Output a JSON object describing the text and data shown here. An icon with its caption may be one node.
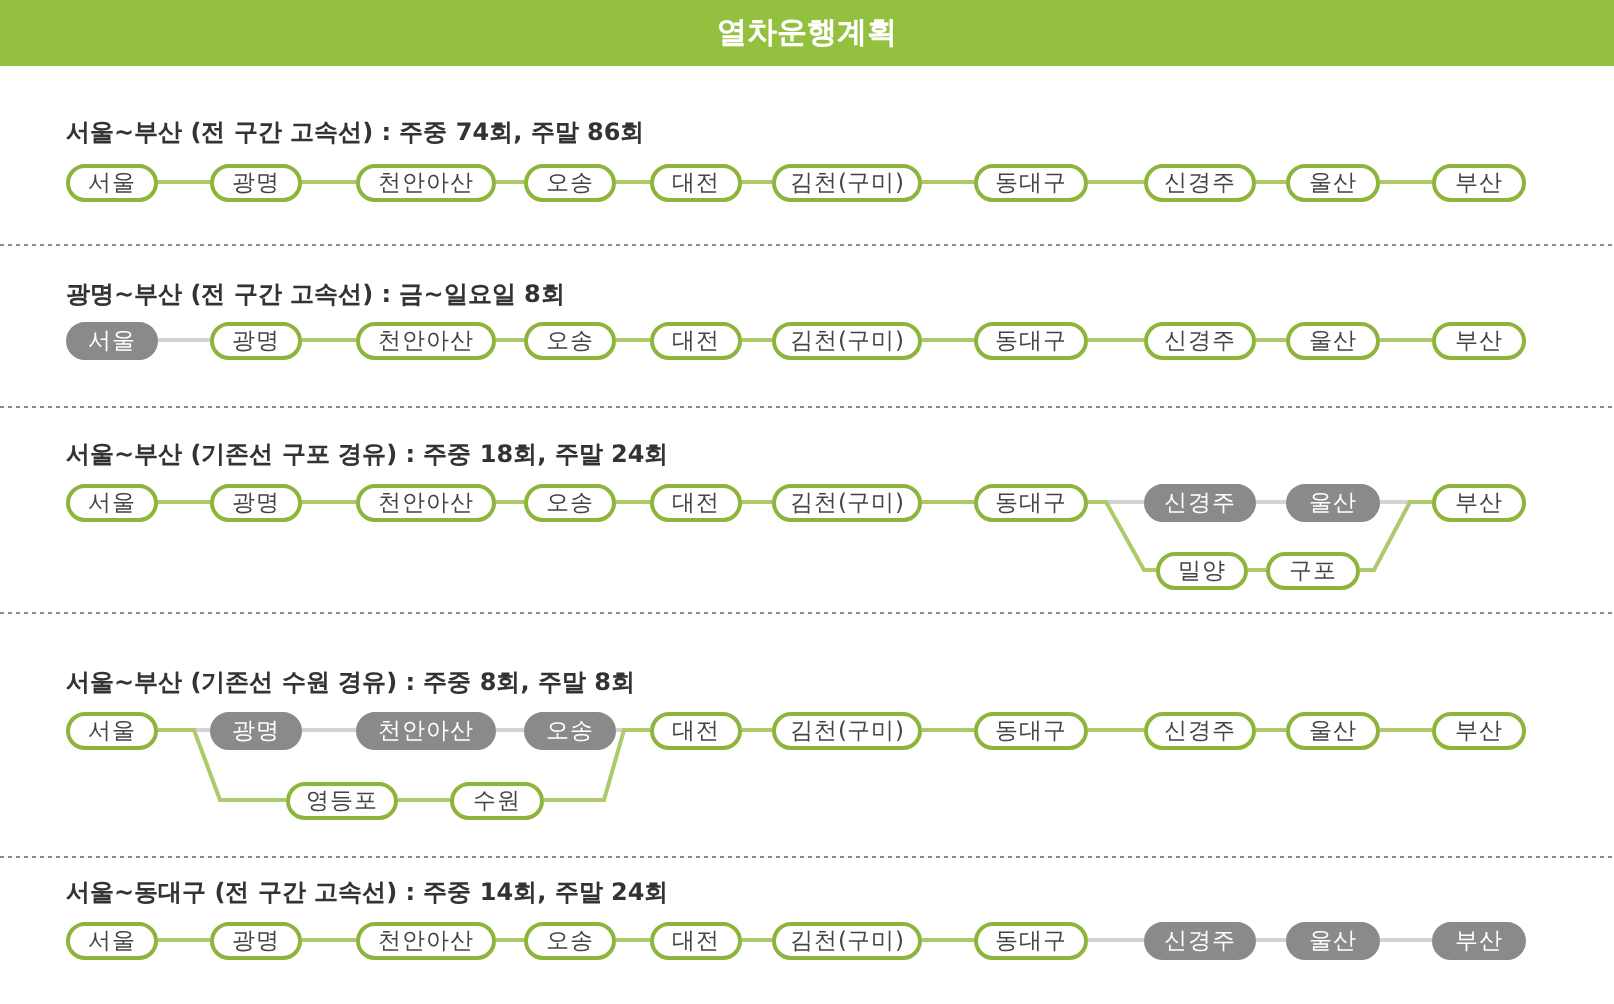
{
  "diagram": {
    "title": "열차운행계획",
    "nodes": [
      {
        "text": [
          "서울"
        ]
      },
      {
        "text": [
          "광명"
        ]
      },
      {
        "text": [
          "천안아산"
        ]
      },
      {
        "text": [
          "오송"
        ]
      },
      {
        "text": [
          "대전"
        ]
      },
      {
        "text": [
          "김천(구미)"
        ]
      },
      {
        "text": [
          "동대구"
        ]
      },
      {
        "text": [
          "신경주"
        ]
      },
      {
        "text": [
          "울산"
        ]
      },
      {
        "text": [
          "부산"
        ]
      },
      {
        "text": [
          "서울"
        ]
      },
      {
        "text": [
          "광명"
        ]
      },
      {
        "text": [
          "천안아산"
        ]
      },
      {
        "text": [
          "오송"
        ]
      },
      {
        "text": [
          "대전"
        ]
      },
      {
        "text": [
          "김천(구미)"
        ]
      },
      {
        "text": [
          "동대구"
        ]
      },
      {
        "text": [
          "신경주"
        ]
      },
      {
        "text": [
          "울산"
        ]
      },
      {
        "text": [
          "부산"
        ]
      },
      {
        "text": [
          "서울"
        ]
      },
      {
        "text": [
          "광명"
        ]
      },
      {
        "text": [
          "천안아산"
        ]
      },
      {
        "text": [
          "오송"
        ]
      },
      {
        "text": [
          "대전"
        ]
      },
      {
        "text": [
          "김천(구미)"
        ]
      },
      {
        "text": [
          "동대구"
        ]
      },
      {
        "text": [
          "신경주"
        ]
      },
      {
        "text": [
          "울산"
        ]
      },
      {
        "text": [
          "부산"
        ]
      },
      {
        "text": [
          "밀양"
        ]
      },
      {
        "text": [
          "구포"
        ]
      },
      {
        "text": [
          "서울"
        ]
      },
      {
        "text": [
          "광명"
        ]
      },
      {
        "text": [
          "천안아산"
        ]
      },
      {
        "text": [
          "오송"
        ]
      },
      {
        "text": [
          "대전"
        ]
      },
      {
        "text": [
          "김천(구미)"
        ]
      },
      {
        "text": [
          "동대구"
        ]
      },
      {
        "text": [
          "신경주"
        ]
      },
      {
        "text": [
          "울산"
        ]
      },
      {
        "text": [
          "부산"
        ]
      },
      {
        "text": [
          "영등포"
        ]
      },
      {
        "text": [
          "수원"
        ]
      },
      {
        "text": [
          "서울"
        ]
      },
      {
        "text": [
          "광명"
        ]
      },
      {
        "text": [
          "천안아산"
        ]
      },
      {
        "text": [
          "오송"
        ]
      },
      {
        "text": [
          "대전"
        ]
      },
      {
        "text": [
          "김천(구미)"
        ]
      },
      {
        "text": [
          "동대구"
        ]
      },
      {
        "text": [
          "신경주"
        ]
      },
      {
        "text": [
          "울산"
        ]
      },
      {
        "text": [
          "부산"
        ]
      }
    ],
    "edges": [
      {
        "from": 0,
        "to": 1,
        "arrow": "none"
      },
      {
        "from": 1,
        "to": 2,
        "arrow": "none"
      },
      {
        "from": 2,
        "to": 3,
        "arrow": "none"
      },
      {
        "from": 3,
        "to": 4,
        "arrow": "none"
      },
      {
        "from": 4,
        "to": 5,
        "arrow": "none"
      },
      {
        "from": 5,
        "to": 6,
        "arrow": "none"
      },
      {
        "from": 6,
        "to": 7,
        "arrow": "none"
      },
      {
        "from": 7,
        "to": 8,
        "arrow": "none"
      },
      {
        "from": 8,
        "to": 9,
        "arrow": "none"
      },
      {
        "from": 10,
        "to": 11,
        "arrow": "none",
        "color": "#d3d3d3"
      },
      {
        "from": 11,
        "to": 12,
        "arrow": "none"
      },
      {
        "from": 12,
        "to": 13,
        "arrow": "none"
      },
      {
        "from": 13,
        "to": 14,
        "arrow": "none"
      },
      {
        "from": 14,
        "to": 15,
        "arrow": "none"
      },
      {
        "from": 15,
        "to": 16,
        "arrow": "none"
      },
      {
        "from": 16,
        "to": 17,
        "arrow": "none"
      },
      {
        "from": 17,
        "to": 18,
        "arrow": "none"
      },
      {
        "from": 18,
        "to": 19,
        "arrow": "none"
      },
      {
        "from": 20,
        "to": 21,
        "arrow": "none"
      },
      {
        "from": 21,
        "to": 22,
        "arrow": "none"
      },
      {
        "from": 22,
        "to": 23,
        "arrow": "none"
      },
      {
        "from": 23,
        "to": 24,
        "arrow": "none"
      },
      {
        "from": 24,
        "to": 25,
        "arrow": "none"
      },
      {
        "from": 25,
        "to": 26,
        "arrow": "none"
      },
      {
        "from": 26,
        "to": 27,
        "arrow": "none",
        "color": "#d3d3d3"
      },
      {
        "from": 27,
        "to": 28,
        "arrow": "none",
        "color": "#d3d3d3"
      },
      {
        "from": 28,
        "to": 29,
        "arrow": "none",
        "color": "#d3d3d3"
      },
      {
        "from": 26,
        "to": 30,
        "arrow": "none"
      },
      {
        "from": 30,
        "to": 31,
        "arrow": "none"
      },
      {
        "from": 31,
        "to": 29,
        "arrow": "none"
      },
      {
        "from": 32,
        "to": 33,
        "arrow": "none",
        "color": "#d3d3d3"
      },
      {
        "from": 33,
        "to": 34,
        "arrow": "none",
        "color": "#d3d3d3"
      },
      {
        "from": 34,
        "to": 35,
        "arrow": "none",
        "color": "#d3d3d3"
      },
      {
        "from": 35,
        "to": 36,
        "arrow": "none",
        "color": "#d3d3d3"
      },
      {
        "from": 32,
        "to": 42,
        "arrow": "none"
      },
      {
        "from": 42,
        "to": 43,
        "arrow": "none"
      },
      {
        "from": 43,
        "to": 36,
        "arrow": "none"
      },
      {
        "from": 36,
        "to": 37,
        "arrow": "none"
      },
      {
        "from": 37,
        "to": 38,
        "arrow": "none"
      },
      {
        "from": 38,
        "to": 39,
        "arrow": "none"
      },
      {
        "from": 39,
        "to": 40,
        "arrow": "none"
      },
      {
        "from": 40,
        "to": 41,
        "arrow": "none"
      },
      {
        "from": 44,
        "to": 45,
        "arrow": "none"
      },
      {
        "from": 45,
        "to": 46,
        "arrow": "none"
      },
      {
        "from": 46,
        "to": 47,
        "arrow": "none"
      },
      {
        "from": 47,
        "to": 48,
        "arrow": "none"
      },
      {
        "from": 48,
        "to": 49,
        "arrow": "none"
      },
      {
        "from": 49,
        "to": 50,
        "arrow": "none"
      },
      {
        "from": 50,
        "to": 51,
        "arrow": "none",
        "color": "#d3d3d3"
      },
      {
        "from": 51,
        "to": 52,
        "arrow": "none",
        "color": "#d3d3d3"
      },
      {
        "from": 52,
        "to": 53,
        "arrow": "none",
        "color": "#d3d3d3"
      }
    ],
    "labels": [
      "서울~부산 (전 구간 고속선) : 주중 74회, 주말 86회",
      "광명~부산 (전 구간 고속선) : 금~일요일 8회",
      "서울~부산 (기존선 구포 경유) : 주중 18회, 주말 24회",
      "서울~부산 (기존선 수원 경유) : 주중 8회, 주말 8회",
      "서울~동대구 (전 구간 고속선) : 주중 14회, 주말 24회"
    ]
  }
}
